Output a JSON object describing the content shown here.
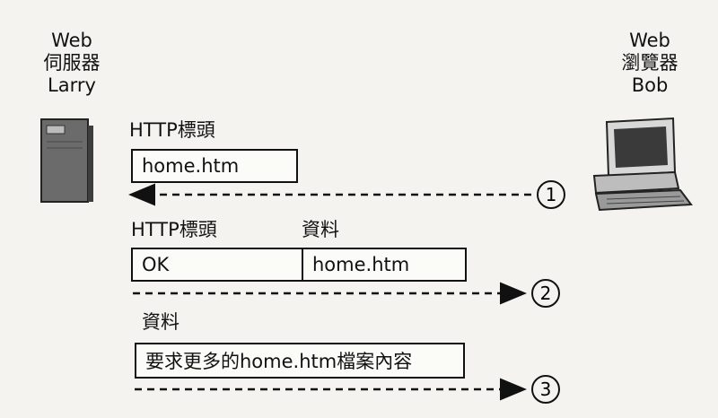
{
  "server": {
    "caption": [
      "Web",
      "伺服器",
      "Larry"
    ],
    "icon": "server-tower-icon"
  },
  "browser": {
    "caption": [
      "Web",
      "瀏覽器",
      "Bob"
    ],
    "icon": "desktop-computer-icon"
  },
  "messages": [
    {
      "header_label": "HTTP標頭",
      "box_text": "home.htm",
      "step": "1",
      "direction": "to-server"
    },
    {
      "header_label": "HTTP標頭",
      "data_label": "資料",
      "cells": [
        "OK",
        "home.htm"
      ],
      "step": "2",
      "direction": "to-browser"
    },
    {
      "data_label": "資料",
      "box_text": "要求更多的home.htm檔案內容",
      "step": "3",
      "direction": "to-browser"
    }
  ],
  "colors": {
    "ink": "#111111",
    "paper": "#f4f3ef",
    "server_body": "#6b6b6b",
    "monitor_screen": "#3a3a3a"
  }
}
